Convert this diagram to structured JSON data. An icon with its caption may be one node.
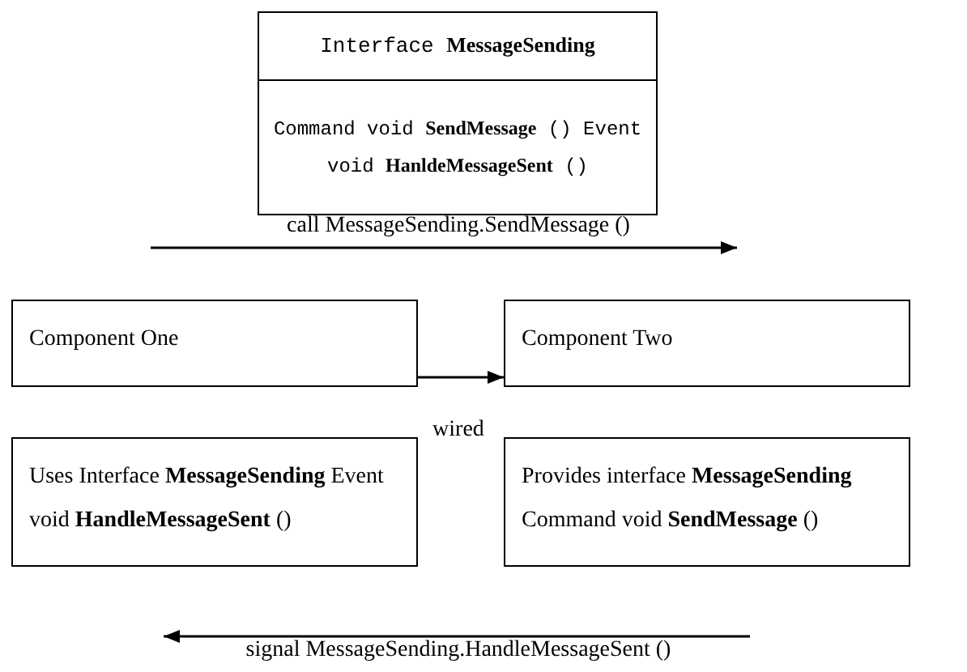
{
  "diagram": {
    "nodes": [
      {
        "text": [
          "Interface **MessageSending**",
          "Command void **SendMessage** () Event void **HanldeMessageSent** ()"
        ]
      },
      {
        "text": [
          "Component One"
        ]
      },
      {
        "text": [
          "Component Two"
        ]
      },
      {
        "text": [
          "Uses Interface **MessageSending** Event void **HandleMessageSent** ()"
        ]
      },
      {
        "text": [
          "Provides interface **MessageSending** Command void **SendMessage** ()"
        ]
      }
    ],
    "edges": [
      {
        "from": 1,
        "to": 2,
        "arrow": "to",
        "label": "wired"
      }
    ],
    "labels": [
      "call MessageSending.SendMessage ()",
      "signal MessageSending.HandleMessageSent ()"
    ]
  }
}
